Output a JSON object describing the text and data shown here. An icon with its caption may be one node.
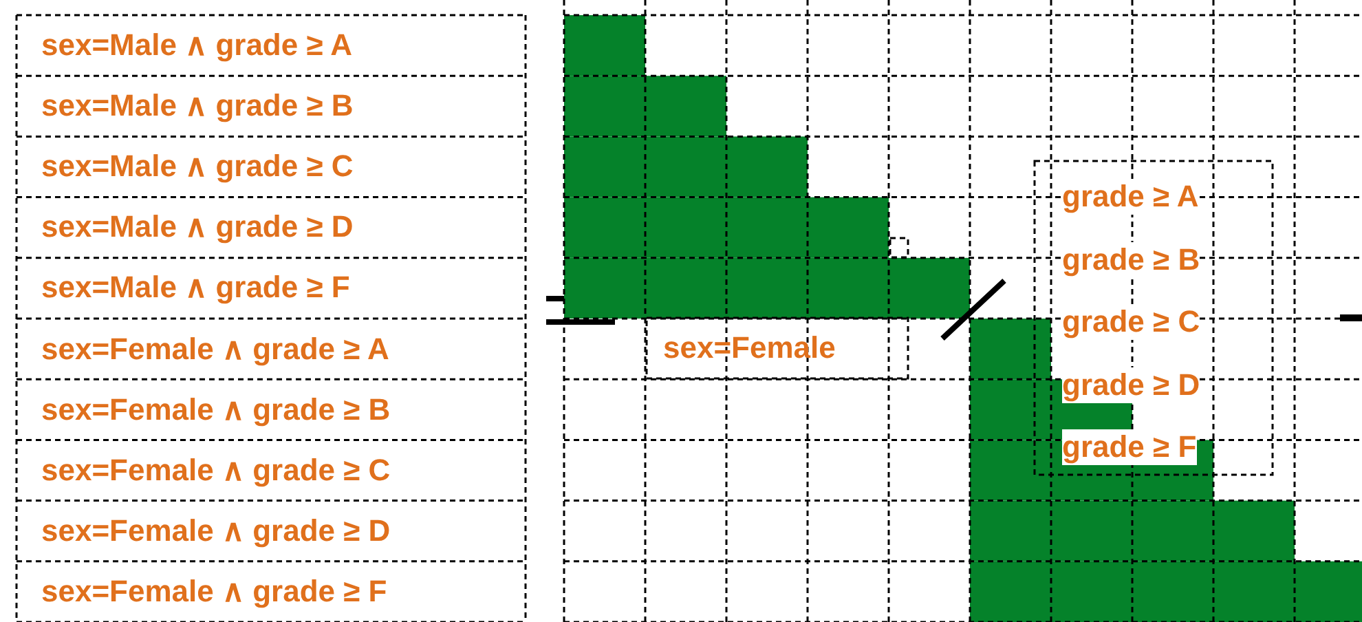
{
  "diagram": {
    "labels": [
      "sex=Male ∧ grade ≥ A",
      "sex=Male ∧ grade ≥ B",
      "sex=Male ∧ grade ≥ C",
      "sex=Male ∧ grade ≥ D",
      "sex=Male ∧ grade ≥ F",
      "sex=Female ∧ grade ≥ A",
      "sex=Female ∧ grade ≥ B",
      "sex=Female ∧ grade ≥ C",
      "sex=Female ∧ grade ≥ D",
      "sex=Female ∧ grade ≥ F",
      "sex=Female",
      "grade ≥ A",
      "grade ≥ B",
      "grade ≥ C",
      "grade ≥ D",
      "grade ≥ F"
    ]
  }
}
